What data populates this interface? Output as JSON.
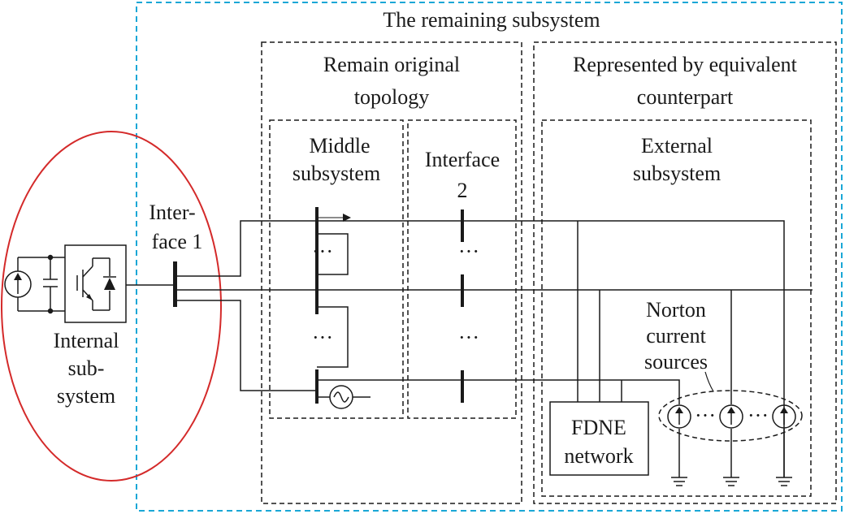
{
  "title": "The remaining subsystem",
  "remain_topology": {
    "line1": "Remain original",
    "line2": "topology"
  },
  "middle": {
    "line1": "Middle",
    "line2": "subsystem"
  },
  "interface2": {
    "line1": "Interface",
    "line2": "2"
  },
  "equivalent": {
    "line1": "Represented by equivalent",
    "line2": "counterpart"
  },
  "external": {
    "line1": "External",
    "line2": "subsystem"
  },
  "interface1": {
    "line1": "Inter-",
    "line2": "face 1"
  },
  "internal": {
    "line1": "Internal",
    "line2": "sub-",
    "line3": "system"
  },
  "norton": {
    "line1": "Norton",
    "line2": "current",
    "line3": "sources"
  },
  "fdne": {
    "line1": "FDNE",
    "line2": "network"
  },
  "ellipsis": "···",
  "colors": {
    "outer_border": "#1aa7d6",
    "internal_ellipse": "#d42a2a",
    "lines": "#1a1a1a"
  }
}
